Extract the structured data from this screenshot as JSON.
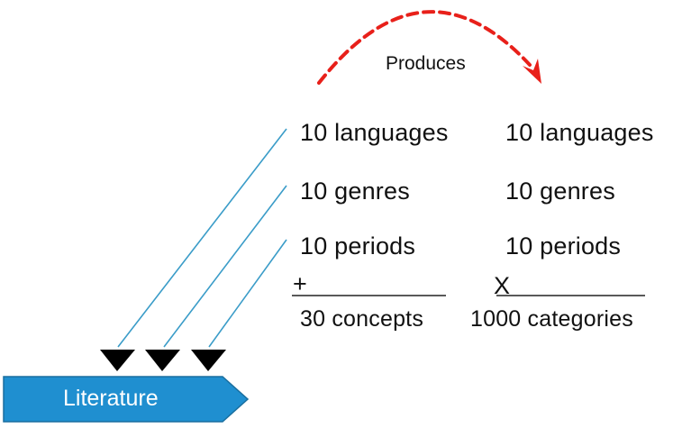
{
  "produces_label": "Produces",
  "left_column": {
    "items": [
      "10 languages",
      "10 genres",
      "10 periods"
    ],
    "operator": "+",
    "total": "30 concepts"
  },
  "right_column": {
    "items": [
      "10 languages",
      "10 genres",
      "10 periods"
    ],
    "operator": "X",
    "total": "1000 categories"
  },
  "literature_label": "Literature",
  "colors": {
    "produces_arrow": "#e8201a",
    "connector_lines": "#3a9cc8",
    "literature_fill": "#1f8fd0",
    "literature_border": "#1a6f9f",
    "arrowheads": "#000000"
  }
}
